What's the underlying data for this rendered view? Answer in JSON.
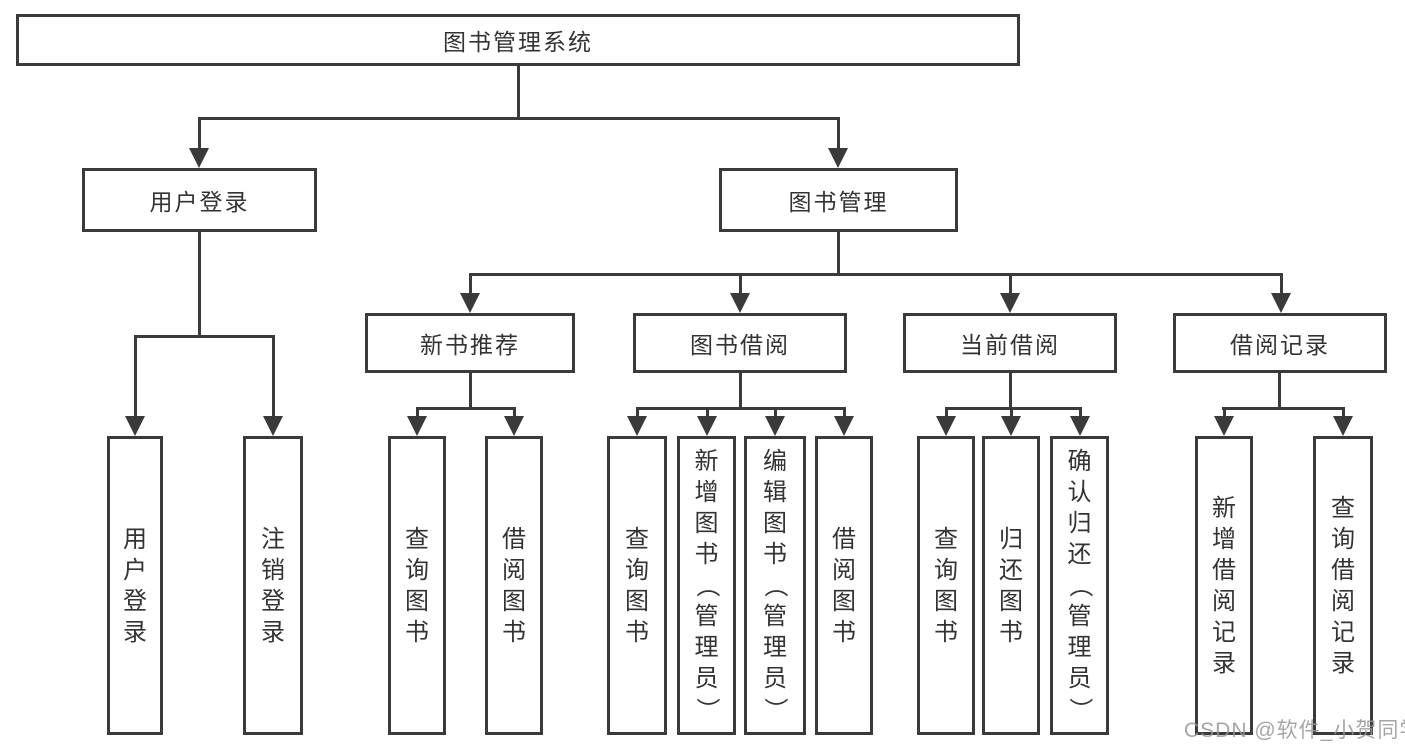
{
  "diagram": {
    "root": "图书管理系统",
    "branches": [
      {
        "label": "用户登录",
        "children": [
          "用户登录",
          "注销登录"
        ]
      },
      {
        "label": "图书管理",
        "sections": [
          {
            "label": "新书推荐",
            "children": [
              "查询图书",
              "借阅图书"
            ]
          },
          {
            "label": "图书借阅",
            "children": [
              "查询图书",
              "新增图书（管理员）",
              "编辑图书（管理员）",
              "借阅图书"
            ]
          },
          {
            "label": "当前借阅",
            "children": [
              "查询图书",
              "归还图书",
              "确认归还（管理员）"
            ]
          },
          {
            "label": "借阅记录",
            "children": [
              "新增借阅记录",
              "查询借阅记录"
            ]
          }
        ]
      }
    ]
  },
  "watermark": "CSDN @软件_小贺同学",
  "colors": {
    "line": "#3a3a3a",
    "text": "#333333",
    "watermark": "#969696"
  }
}
